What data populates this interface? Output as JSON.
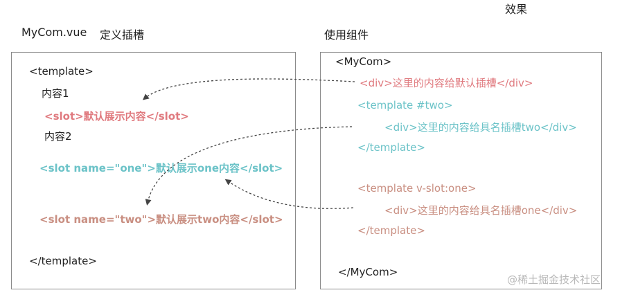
{
  "headers": {
    "effect": "效果",
    "file_name": "MyCom.vue",
    "define_slots": "定义插槽",
    "use_component": "使用组件"
  },
  "left": {
    "template_open": "<template>",
    "content1": "内容1",
    "slot_default": "<slot>默认展示内容</slot>",
    "content2": "内容2",
    "slot_one": "<slot name=\"one\">默认展示one内容</slot>",
    "slot_two": "<slot name=\"two\">默认展示two内容</slot>",
    "template_close": "</template>"
  },
  "right": {
    "mycom_open": "<MyCom>",
    "div_default": "<div>这里的内容给默认插槽</div>",
    "template_two_open": "<template #two>",
    "div_two": "<div>这里的内容给具名插槽two</div>",
    "template_two_close": "</template>",
    "template_one_open": "<template v-slot:one>",
    "div_one": "<div>这里的内容给具名插槽one</div>",
    "template_one_close": "</template>",
    "mycom_close": "</MyCom>"
  },
  "watermark": "@稀土掘金技术社区",
  "colors": {
    "pink": "#e07a7f",
    "teal": "#6cc3c8",
    "brown": "#c98f82",
    "box_border": "#8a8a8a",
    "arrow": "#444444"
  }
}
